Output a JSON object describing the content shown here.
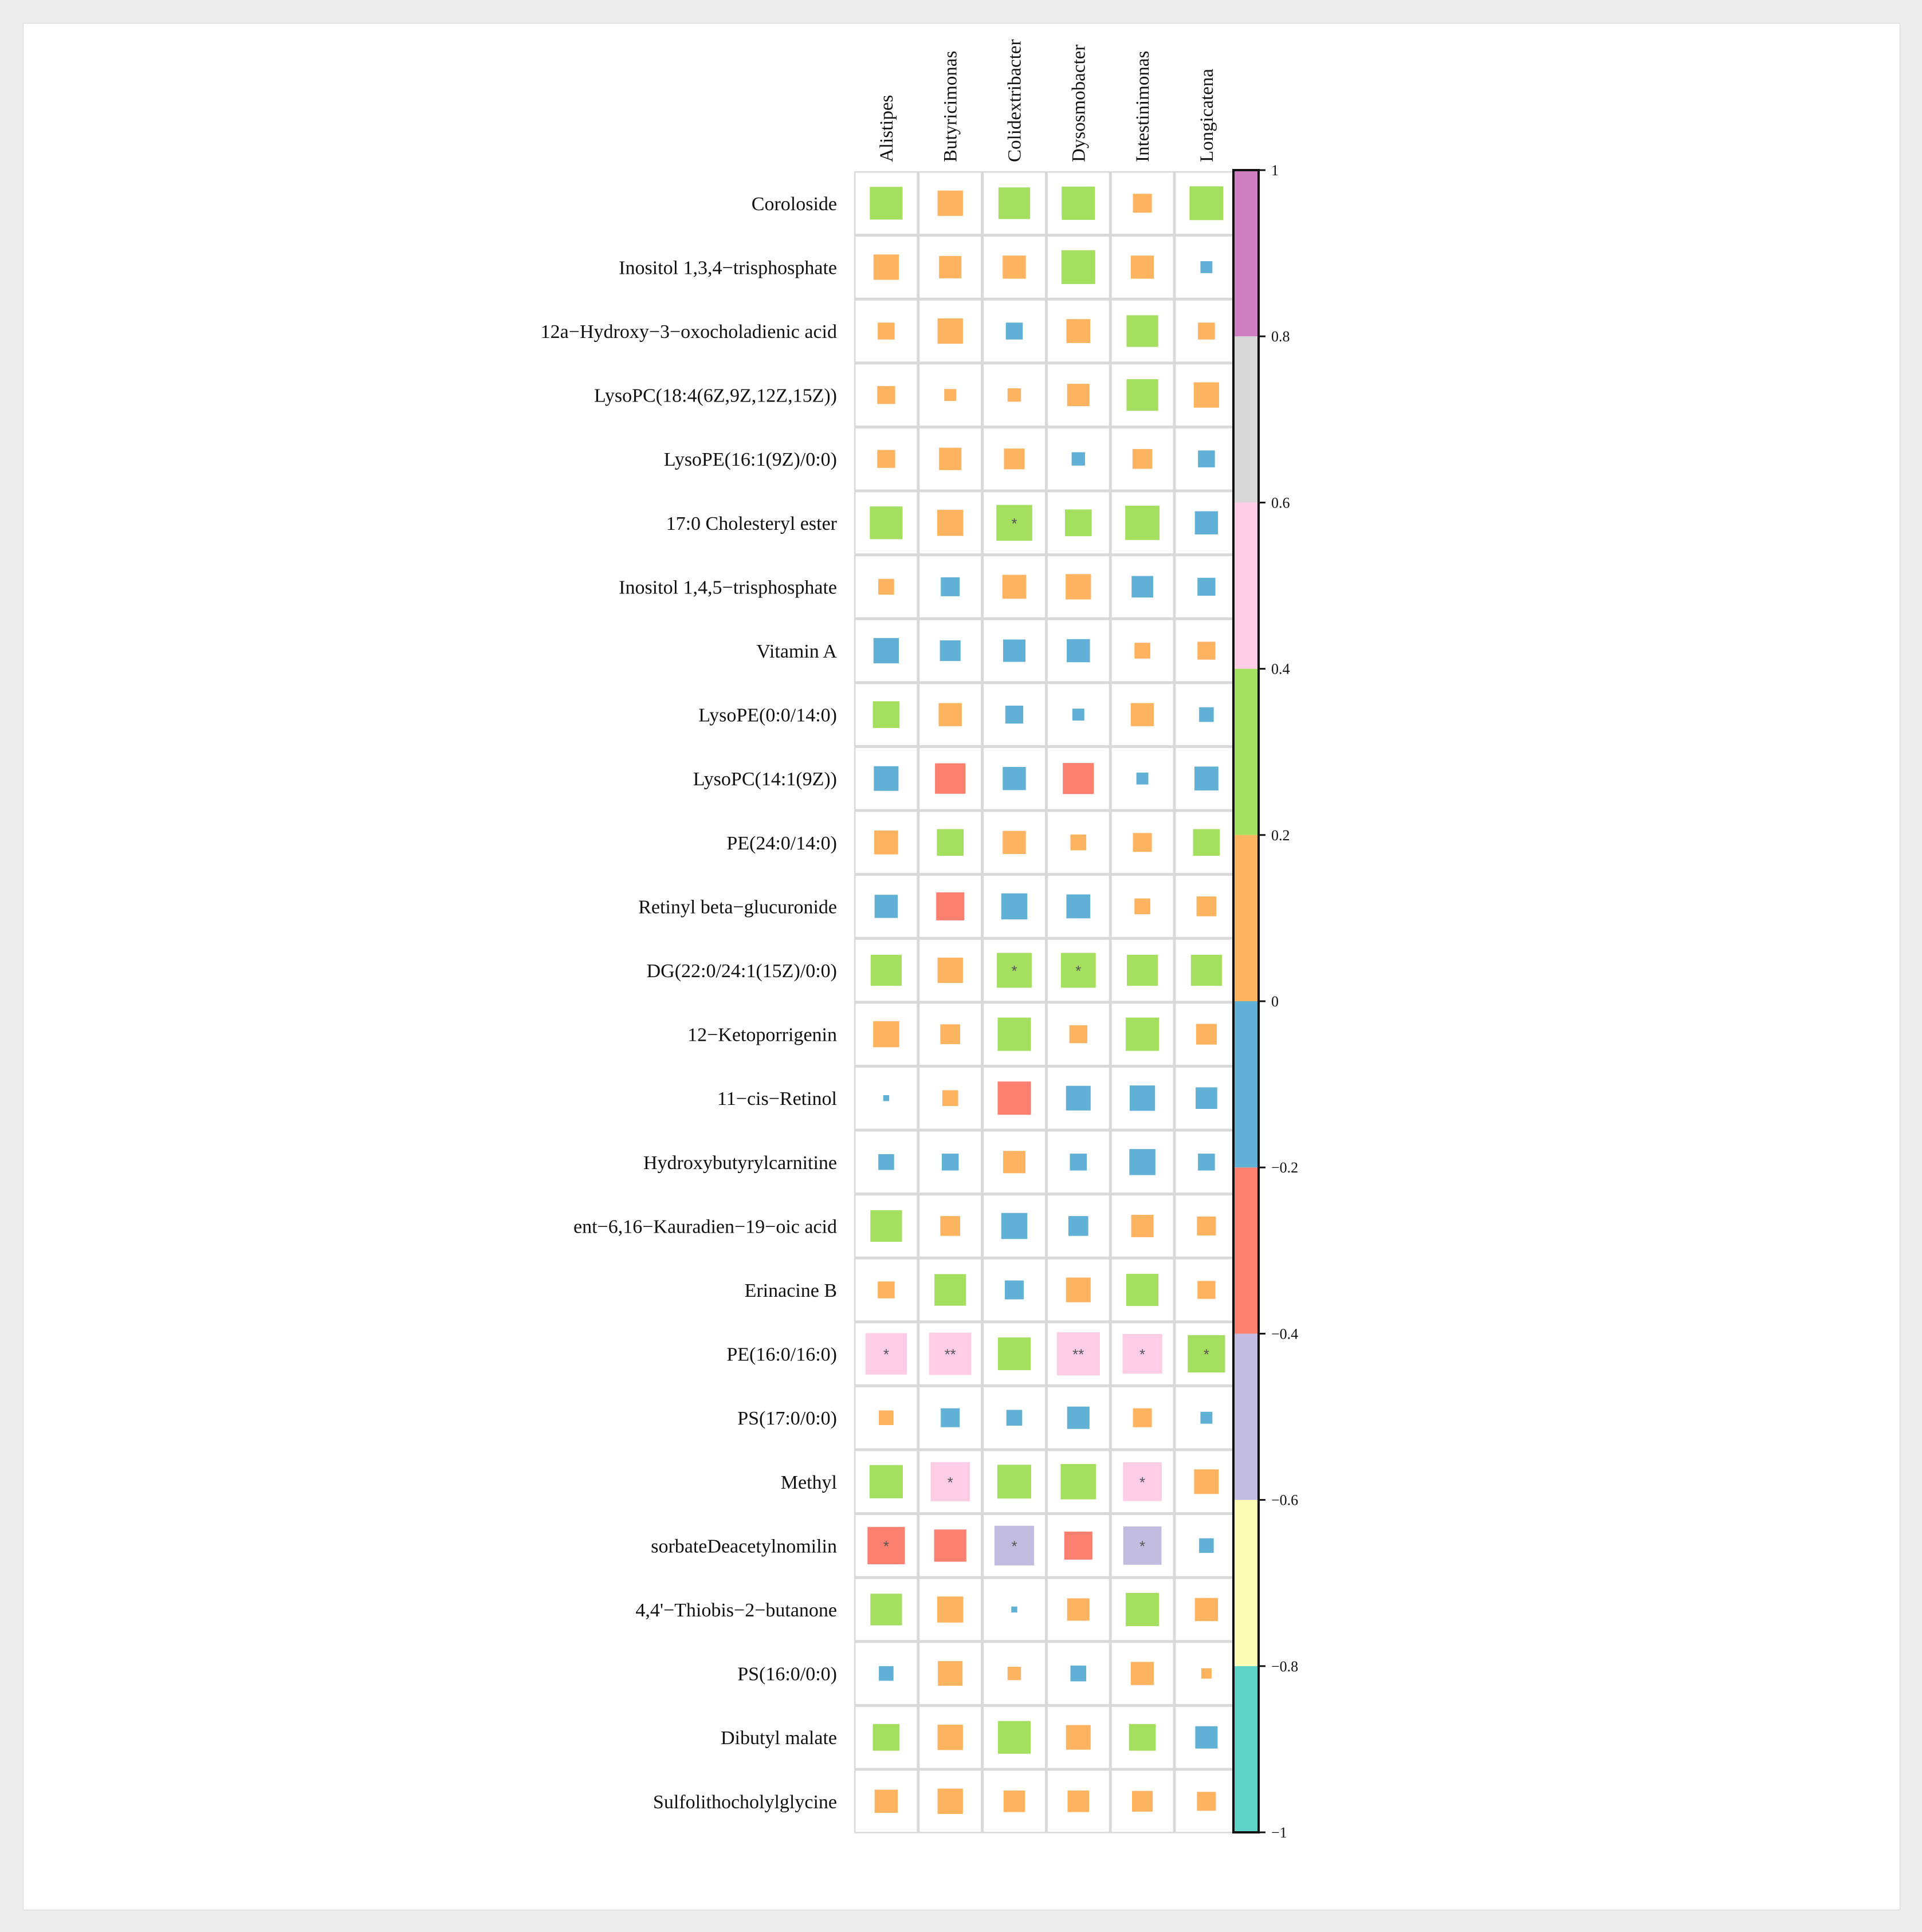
{
  "chart_data": {
    "type": "heatmap",
    "columns": [
      "Alistipes",
      "Butyricimonas",
      "Colidextribacter",
      "Dysosmobacter",
      "Intestinimonas",
      "Longicatena"
    ],
    "rows": [
      "Coroloside",
      "Inositol 1,3,4−trisphosphate",
      "12a−Hydroxy−3−oxocholadienic acid",
      "LysoPC(18:4(6Z,9Z,12Z,15Z))",
      "LysoPE(16:1(9Z)/0:0)",
      "17:0 Cholesteryl ester",
      "Inositol 1,4,5−trisphosphate",
      "Vitamin A",
      "LysoPE(0:0/14:0)",
      "LysoPC(14:1(9Z))",
      "PE(24:0/14:0)",
      "Retinyl beta−glucuronide",
      "DG(22:0/24:1(15Z)/0:0)",
      "12−Ketoporrigenin",
      "11−cis−Retinol",
      "Hydroxybutyrylcarnitine",
      "ent−6,16−Kauradien−19−oic acid",
      "Erinacine B",
      "PE(16:0/16:0)",
      "PS(17:0/0:0)",
      "Methyl",
      "sorbateDeacetylnomilin",
      "4,4'−Thiobis−2−butanone",
      "PS(16:0/0:0)",
      "Dibutyl malate",
      "Sulfolithocholylglycine"
    ],
    "values": [
      [
        0.3,
        0.18,
        0.28,
        0.31,
        0.1,
        0.32
      ],
      [
        0.18,
        0.14,
        0.15,
        0.32,
        0.15,
        -0.04
      ],
      [
        0.08,
        0.18,
        -0.08,
        0.16,
        0.28,
        0.08
      ],
      [
        0.09,
        0.04,
        0.05,
        0.14,
        0.28,
        0.18
      ],
      [
        0.09,
        0.14,
        0.12,
        -0.05,
        0.11,
        -0.08
      ],
      [
        0.3,
        0.19,
        0.36,
        0.2,
        0.33,
        -0.15
      ],
      [
        0.07,
        -0.1,
        0.16,
        0.18,
        -0.13,
        -0.09
      ],
      [
        -0.18,
        -0.12,
        -0.14,
        -0.15,
        0.07,
        0.09
      ],
      [
        0.2,
        0.15,
        -0.09,
        -0.04,
        0.15,
        -0.06
      ],
      [
        -0.17,
        -0.26,
        -0.15,
        -0.27,
        -0.04,
        -0.16
      ],
      [
        0.16,
        0.2,
        0.15,
        0.07,
        0.1,
        0.2
      ],
      [
        -0.15,
        -0.22,
        -0.19,
        -0.16,
        0.07,
        0.11
      ],
      [
        0.27,
        0.18,
        0.34,
        0.34,
        0.27,
        0.27
      ],
      [
        0.19,
        0.11,
        0.31,
        0.09,
        0.31,
        0.12
      ],
      [
        -0.01,
        0.07,
        -0.31,
        -0.17,
        -0.18,
        -0.13
      ],
      [
        -0.07,
        -0.08,
        0.14,
        -0.08,
        -0.19,
        -0.08
      ],
      [
        0.28,
        0.11,
        -0.19,
        -0.11,
        0.14,
        0.1
      ],
      [
        0.08,
        0.28,
        -0.1,
        0.17,
        0.29,
        0.09
      ],
      [
        0.48,
        0.5,
        0.3,
        0.52,
        0.44,
        0.39
      ],
      [
        0.06,
        -0.1,
        -0.07,
        -0.14,
        0.1,
        -0.04
      ],
      [
        0.31,
        0.43,
        0.32,
        0.35,
        0.42,
        0.17
      ],
      [
        -0.39,
        -0.29,
        -0.44,
        -0.22,
        -0.41,
        -0.06
      ],
      [
        0.28,
        0.19,
        -0.01,
        0.14,
        0.31,
        0.15
      ],
      [
        -0.06,
        0.17,
        0.05,
        -0.07,
        0.15,
        0.03
      ],
      [
        0.2,
        0.18,
        0.3,
        0.17,
        0.2,
        -0.14
      ],
      [
        0.15,
        0.18,
        0.13,
        0.13,
        0.12,
        0.1
      ]
    ],
    "significance": [
      [
        "",
        "",
        "",
        "",
        "",
        ""
      ],
      [
        "",
        "",
        "",
        "",
        "",
        ""
      ],
      [
        "",
        "",
        "",
        "",
        "",
        ""
      ],
      [
        "",
        "",
        "",
        "",
        "",
        ""
      ],
      [
        "",
        "",
        "",
        "",
        "",
        ""
      ],
      [
        "",
        "",
        "*",
        "",
        "",
        ""
      ],
      [
        "",
        "",
        "",
        "",
        "",
        ""
      ],
      [
        "",
        "",
        "",
        "",
        "",
        ""
      ],
      [
        "",
        "",
        "",
        "",
        "",
        ""
      ],
      [
        "",
        "",
        "",
        "",
        "",
        ""
      ],
      [
        "",
        "",
        "",
        "",
        "",
        ""
      ],
      [
        "",
        "",
        "",
        "",
        "",
        ""
      ],
      [
        "",
        "",
        "*",
        "*",
        "",
        ""
      ],
      [
        "",
        "",
        "",
        "",
        "",
        ""
      ],
      [
        "",
        "",
        "",
        "",
        "",
        ""
      ],
      [
        "",
        "",
        "",
        "",
        "",
        ""
      ],
      [
        "",
        "",
        "",
        "",
        "",
        ""
      ],
      [
        "",
        "",
        "",
        "",
        "",
        ""
      ],
      [
        "*",
        "**",
        "",
        "**",
        "*",
        "*"
      ],
      [
        "",
        "",
        "",
        "",
        "",
        ""
      ],
      [
        "",
        "*",
        "",
        "",
        "*",
        ""
      ],
      [
        "*",
        "",
        "*",
        "",
        "*",
        ""
      ],
      [
        "",
        "",
        "",
        "",
        "",
        ""
      ],
      [
        "",
        "",
        "",
        "",
        "",
        ""
      ],
      [
        "",
        "",
        "",
        "",
        "",
        ""
      ],
      [
        "",
        "",
        "",
        "",
        "",
        ""
      ]
    ],
    "color_scale": {
      "range": [
        -1,
        1
      ],
      "ticks": [
        "1",
        "0.8",
        "0.6",
        "0.4",
        "0.2",
        "0",
        "−0.2",
        "−0.4",
        "−0.6",
        "−0.8",
        "−1"
      ],
      "bins": [
        {
          "from": -1.0,
          "to": -0.8,
          "color": "#5fd3c8"
        },
        {
          "from": -0.8,
          "to": -0.6,
          "color": "#fdfdb6"
        },
        {
          "from": -0.6,
          "to": -0.4,
          "color": "#c2bde0"
        },
        {
          "from": -0.4,
          "to": -0.2,
          "color": "#fb8070"
        },
        {
          "from": -0.2,
          "to": 0.0,
          "color": "#61b0d6"
        },
        {
          "from": 0.0,
          "to": 0.2,
          "color": "#fdb35f"
        },
        {
          "from": 0.2,
          "to": 0.4,
          "color": "#a4df5f"
        },
        {
          "from": 0.4,
          "to": 0.6,
          "color": "#fdcce5"
        },
        {
          "from": 0.6,
          "to": 0.8,
          "color": "#d8d8d8"
        },
        {
          "from": 0.8,
          "to": 1.0,
          "color": "#cd7fc1"
        }
      ]
    },
    "legend": "right",
    "grid": true
  }
}
